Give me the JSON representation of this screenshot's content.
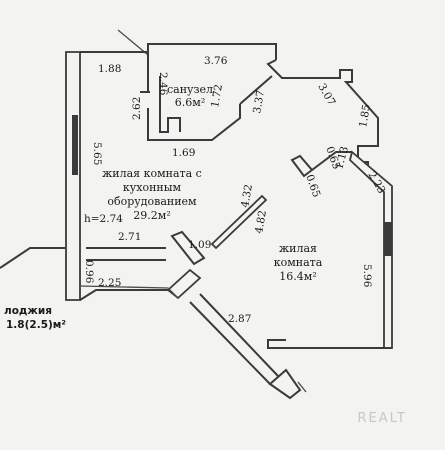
{
  "rooms": {
    "bathroom": {
      "line1": "санузел",
      "area": "6.6м²"
    },
    "living_kitchen": {
      "line1": "жилая комната с",
      "line2": "кухонным",
      "line3": "оборудованием",
      "area": "29.2м²",
      "height": "h=2.74"
    },
    "bedroom": {
      "line1": "жилая",
      "line2": "комната",
      "area": "16.4м²"
    },
    "loggia": {
      "line1": "лоджия",
      "area": "1.8(2.5)м²"
    }
  },
  "dimensions": {
    "d_1_88": "1.88",
    "d_3_76": "3.76",
    "d_2_46": "2.46",
    "d_2_62": "2.62",
    "d_1_72": "1.72",
    "d_3_37": "3.37",
    "d_3_07": "3.07",
    "d_1_85": "1.85",
    "d_1_69": "1.69",
    "d_0_65a": "0.65",
    "d_0_65b": "0.65",
    "d_1_13": "1.13",
    "d_2_23": "2.23",
    "d_5_65": "5.65",
    "d_4_32": "4.32",
    "d_4_82": "4.82",
    "d_2_71": "2.71",
    "d_1_09": "1.09",
    "d_0_96": "0.96",
    "d_2_25": "2.25",
    "d_5_96": "5.96",
    "d_2_87": "2.87"
  },
  "watermark": "REALT"
}
